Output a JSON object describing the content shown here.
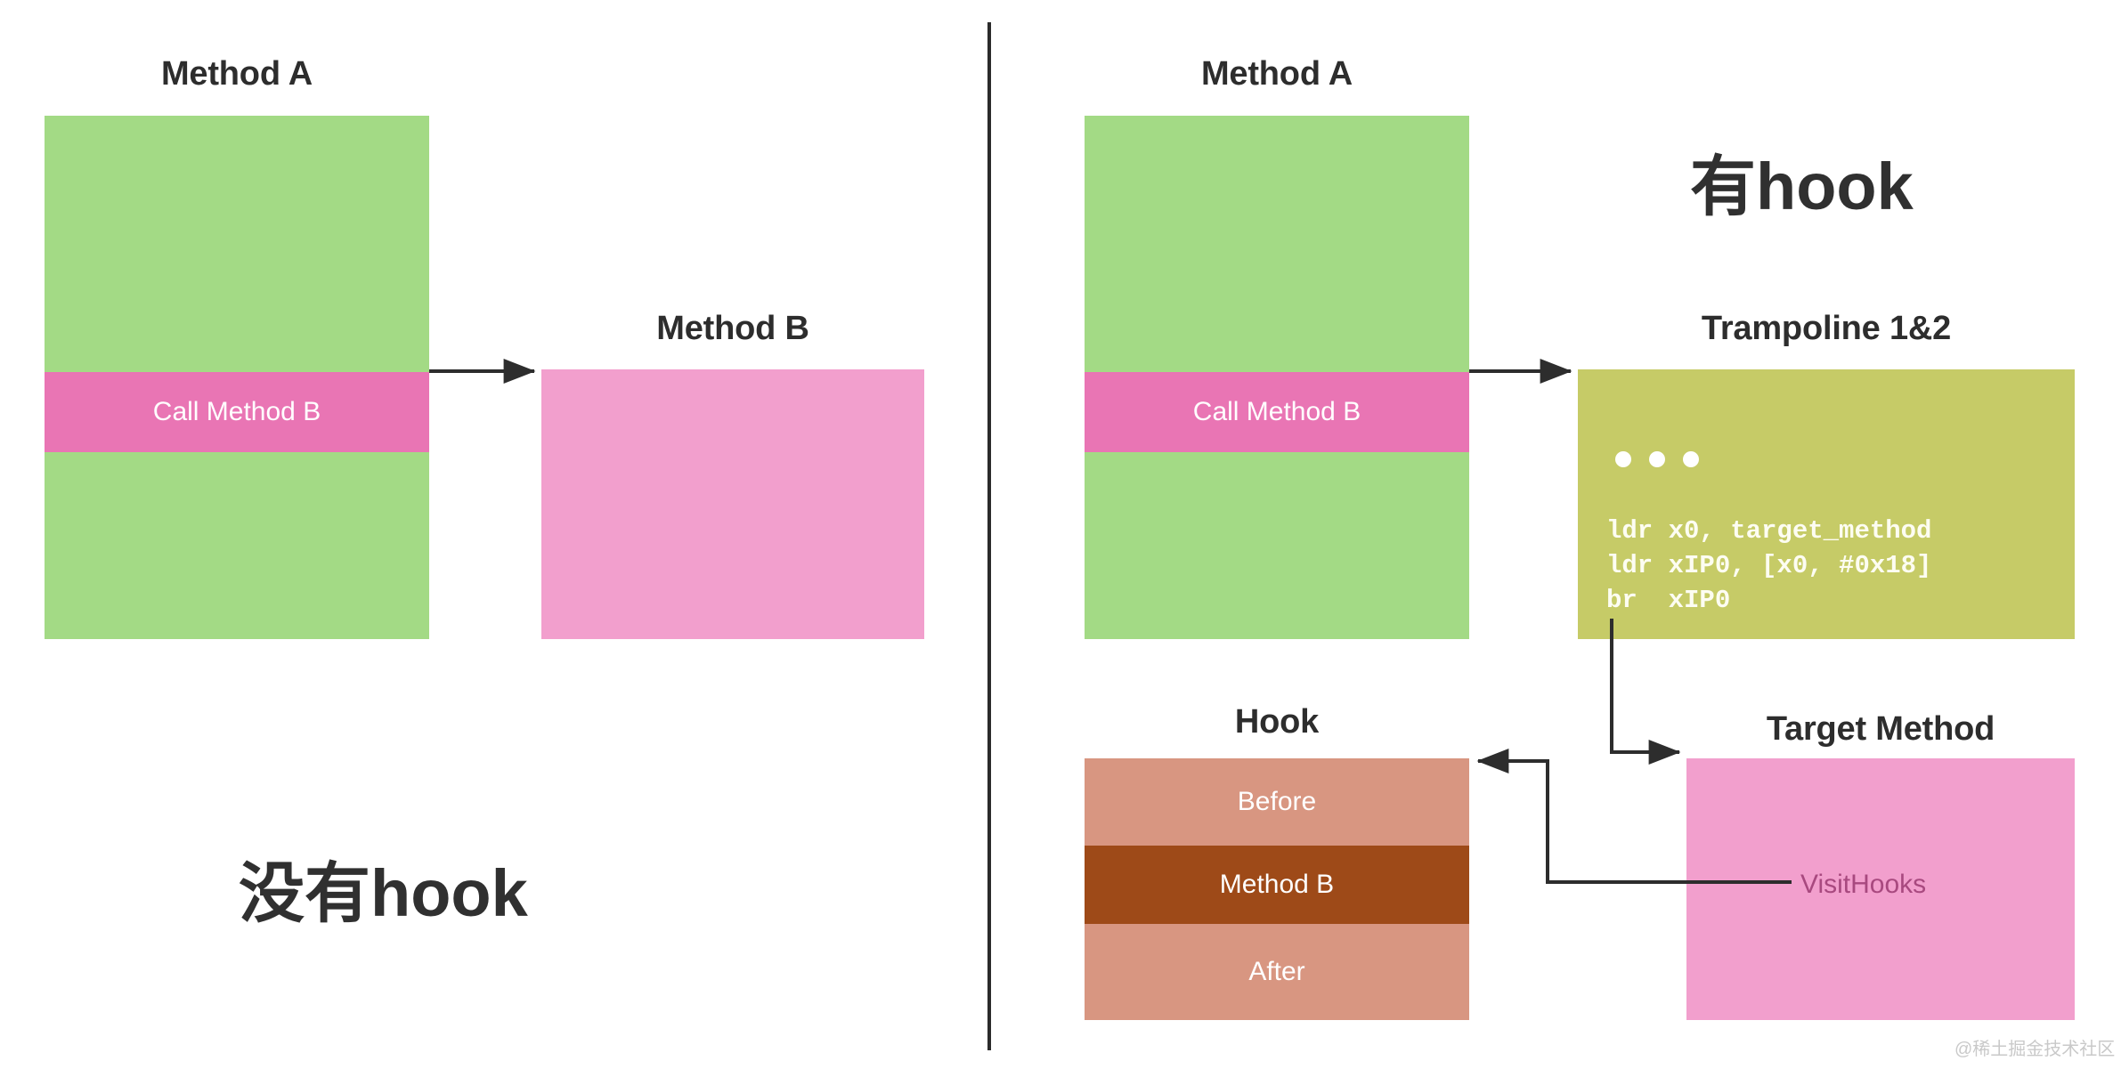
{
  "colors": {
    "green": "#a3da85",
    "pink_strong": "#e975b4",
    "pink_soft": "#f29fcd",
    "olive": "#c6cb67",
    "salmon": "#d89681",
    "brown": "#9e4a18",
    "ink": "#2d2d2d",
    "label_purple": "#a8497f",
    "watermark": "#c9c9c9"
  },
  "left_panel": {
    "caption": "没有hook",
    "method_a": {
      "title": "Method A",
      "call_band_label": "Call Method B"
    },
    "method_b": {
      "title": "Method B"
    }
  },
  "right_panel": {
    "caption": "有hook",
    "method_a": {
      "title": "Method A",
      "call_band_label": "Call Method B"
    },
    "trampoline": {
      "title": "Trampoline 1&2",
      "ellipsis_dots": 3,
      "code_lines": [
        "ldr x0, target_method",
        "ldr xIP0, [x0, #0x18]",
        "br  xIP0"
      ]
    },
    "hook": {
      "title": "Hook",
      "bands": [
        {
          "label": "Before"
        },
        {
          "label": "Method B"
        },
        {
          "label": "After"
        }
      ]
    },
    "target_method": {
      "title": "Target Method",
      "inline_label": "VisitHooks"
    }
  },
  "watermark": "@稀土掘金技术社区"
}
